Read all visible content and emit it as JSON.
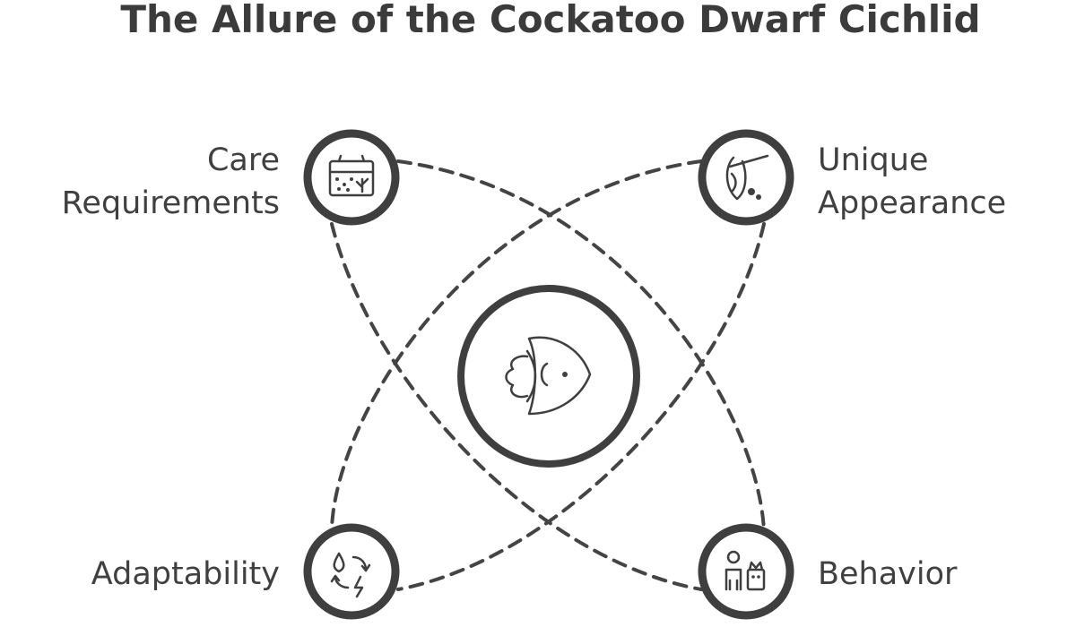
{
  "diagram": {
    "title": "The Allure of the Cockatoo Dwarf Cichlid",
    "center": {
      "icon": "fish-icon"
    },
    "nodes": [
      {
        "id": "care-requirements",
        "label_lines": [
          "Care",
          "Requirements"
        ],
        "icon": "aquarium-icon"
      },
      {
        "id": "unique-appearance",
        "label_lines": [
          "Unique",
          "Appearance"
        ],
        "icon": "fish-fin-icon"
      },
      {
        "id": "adaptability",
        "label_lines": [
          "Adaptability"
        ],
        "icon": "water-change-icon"
      },
      {
        "id": "behavior",
        "label_lines": [
          "Behavior"
        ],
        "icon": "person-and-fish-icon"
      }
    ],
    "colors": {
      "stroke": "#3f3f3f",
      "text": "#404040",
      "background": "#ffffff"
    }
  }
}
